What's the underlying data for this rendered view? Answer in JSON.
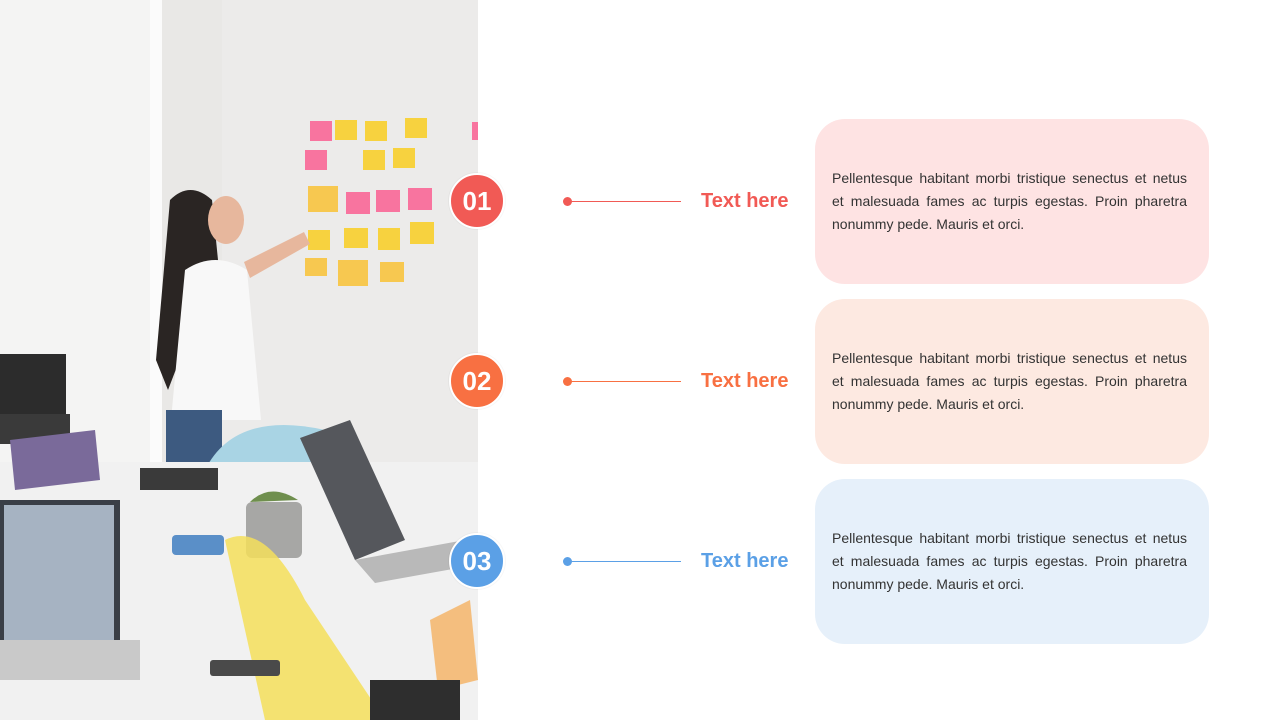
{
  "colors": {
    "step1": "#f15a55",
    "step2": "#f87042",
    "step3": "#5ba0e6",
    "card1": "#fee3e3",
    "card2": "#fde9e1",
    "card3": "#e6f0fa"
  },
  "photo": {
    "icon": "office-meeting-photo"
  },
  "steps": [
    {
      "number": "01",
      "heading": "Text here",
      "body": "Pellentesque habitant morbi tristique senectus et netus et malesuada fames ac turpis egestas. Proin pharetra nonummy pede. Mauris et orci."
    },
    {
      "number": "02",
      "heading": "Text here",
      "body": "Pellentesque habitant morbi tristique senectus et netus et malesuada fames ac turpis egestas. Proin pharetra nonummy pede. Mauris et orci."
    },
    {
      "number": "03",
      "heading": "Text here",
      "body": "Pellentesque habitant morbi tristique senectus et netus et malesuada fames ac turpis egestas. Proin pharetra nonummy pede. Mauris et orci."
    }
  ]
}
